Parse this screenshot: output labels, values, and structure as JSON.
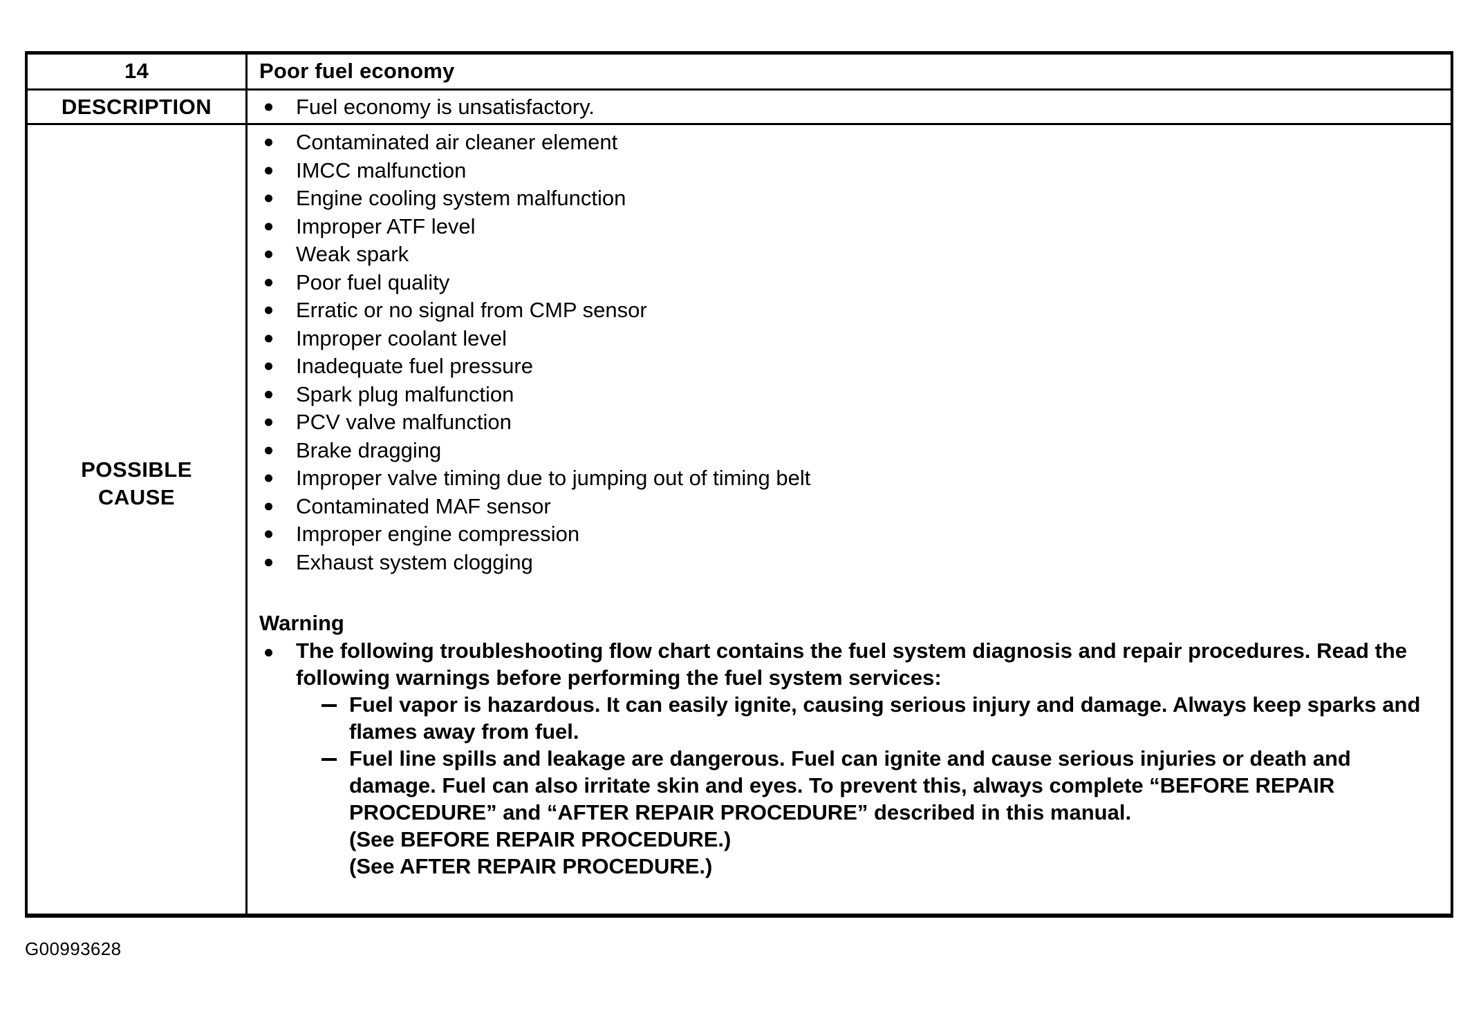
{
  "document": {
    "footer_id": "G00993628"
  },
  "table": {
    "row_number": "14",
    "row_title": "Poor fuel economy",
    "description": {
      "label": "DESCRIPTION",
      "items": [
        "Fuel economy is unsatisfactory."
      ]
    },
    "possible_cause": {
      "label_line1": "POSSIBLE",
      "label_line2": "CAUSE",
      "items": [
        "Contaminated air cleaner element",
        "IMCC malfunction",
        "Engine cooling system malfunction",
        "Improper ATF level",
        "Weak spark",
        "Poor fuel quality",
        "Erratic or no signal from CMP sensor",
        "Improper coolant level",
        "Inadequate fuel pressure",
        "Spark plug malfunction",
        "PCV valve malfunction",
        "Brake dragging",
        "Improper valve timing due to jumping out of timing belt",
        "Contaminated MAF sensor",
        "Improper engine compression",
        "Exhaust system clogging"
      ],
      "warning": {
        "heading": "Warning",
        "bullet": "The following troubleshooting flow chart contains the fuel system diagnosis and repair procedures. Read the following warnings before performing the fuel system services:",
        "dashes": [
          "Fuel vapor is hazardous. It can easily ignite, causing serious injury and damage. Always keep sparks and flames away from fuel.",
          "Fuel line spills and leakage are dangerous. Fuel can ignite and cause serious injuries or death and damage. Fuel can also irritate skin and eyes. To prevent this, always complete “BEFORE REPAIR PROCEDURE” and “AFTER REPAIR PROCEDURE” described in this manual."
        ],
        "see_lines": [
          "(See BEFORE REPAIR PROCEDURE.)",
          "(See AFTER REPAIR PROCEDURE.)"
        ]
      }
    }
  }
}
